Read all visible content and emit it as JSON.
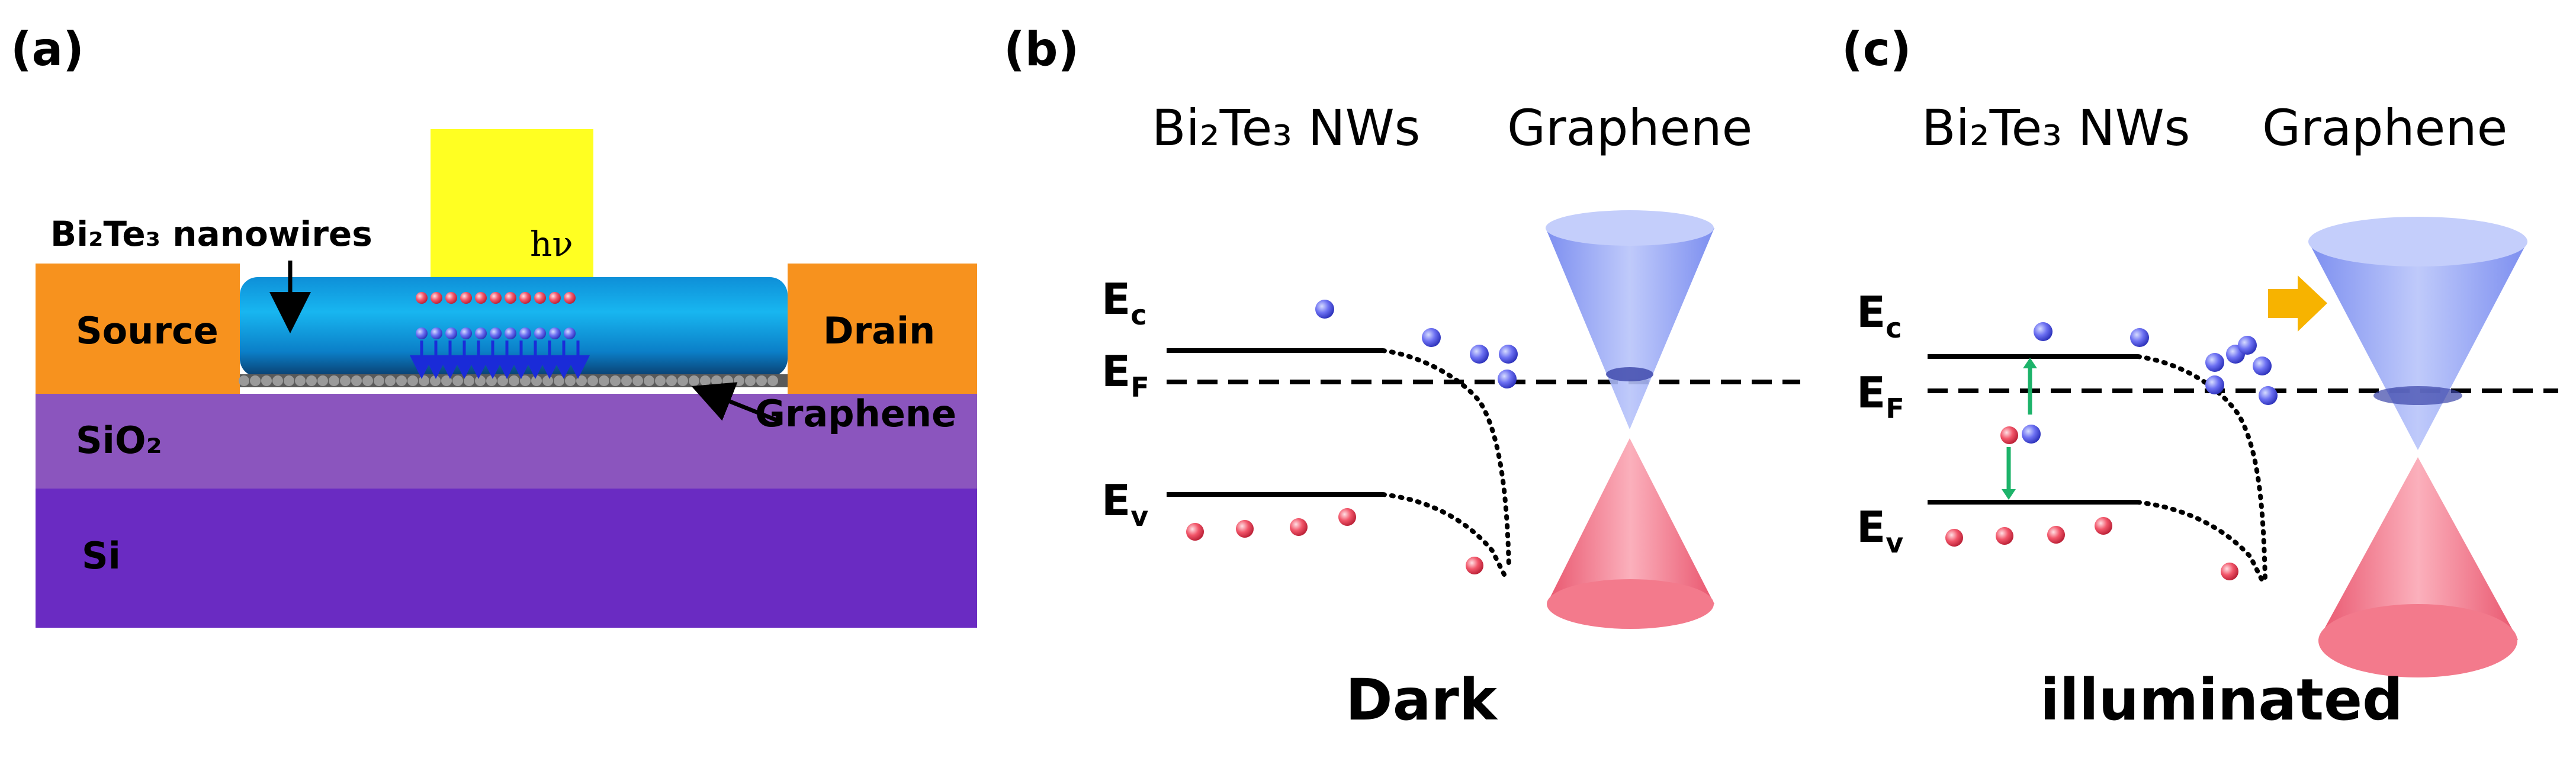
{
  "panels": {
    "a": {
      "label": "(a)",
      "nanowires_label": "Bi₂Te₃ nanowires",
      "hv": "hν",
      "source": "Source",
      "drain": "Drain",
      "graphene": "Graphene",
      "sio2": "SiO₂",
      "si": "Si"
    },
    "b": {
      "label": "(b)",
      "left_title": "Bi₂Te₃ NWs",
      "right_title": "Graphene",
      "ec": "E",
      "ec_sub": "c",
      "ef": "E",
      "ef_sub": "F",
      "ev": "E",
      "ev_sub": "v",
      "caption": "Dark"
    },
    "c": {
      "label": "(c)",
      "left_title": "Bi₂Te₃ NWs",
      "right_title": "Graphene",
      "ec": "E",
      "ec_sub": "c",
      "ef": "E",
      "ef_sub": "F",
      "ev": "E",
      "ev_sub": "v",
      "caption": "illuminated"
    }
  },
  "colors": {
    "source_drain": "#F7921E",
    "sio2": "#8B55BE",
    "si": "#6A2BC2",
    "nanowire": "#12A8E8",
    "light": "#FFFF22",
    "electron": "#5A5AF0",
    "hole": "#F04C5E",
    "cone_upper": "#8E9EF4",
    "cone_lower": "#F06A7E",
    "arrow_green": "#1DB36A",
    "arrow_orange": "#F7B300"
  }
}
